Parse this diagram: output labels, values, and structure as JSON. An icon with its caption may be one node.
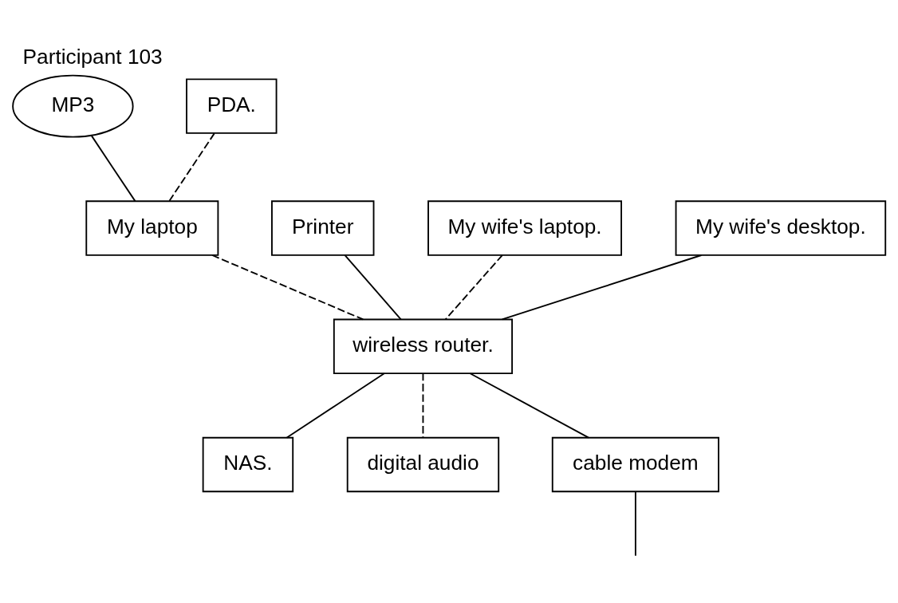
{
  "diagram": {
    "title": "Participant 103",
    "nodes": [
      {
        "text": [
          "MP3"
        ]
      },
      {
        "text": [
          "PDA."
        ]
      },
      {
        "text": [
          "My laptop"
        ]
      },
      {
        "text": [
          "Printer"
        ]
      },
      {
        "text": [
          "My wife's laptop."
        ]
      },
      {
        "text": [
          "My wife's desktop."
        ]
      },
      {
        "text": [
          "wireless router."
        ]
      },
      {
        "text": [
          "NAS."
        ]
      },
      {
        "text": [
          "digital audio"
        ]
      },
      {
        "text": [
          "cable modem"
        ]
      }
    ],
    "edges": [
      {
        "from": 0,
        "to": 2,
        "arrow": "none"
      },
      {
        "from": 1,
        "to": 2,
        "arrow": "none",
        "style": "dashed"
      },
      {
        "from": 2,
        "to": 6,
        "arrow": "none",
        "style": "dashed"
      },
      {
        "from": 3,
        "to": 6,
        "arrow": "none"
      },
      {
        "from": 4,
        "to": 6,
        "arrow": "none",
        "style": "dashed"
      },
      {
        "from": 5,
        "to": 6,
        "arrow": "none"
      },
      {
        "from": 6,
        "to": 7,
        "arrow": "none"
      },
      {
        "from": 6,
        "to": 8,
        "arrow": "none",
        "style": "dashed"
      },
      {
        "from": 6,
        "to": 9,
        "arrow": "none"
      },
      {
        "from": 9,
        "to": null,
        "arrow": "none"
      }
    ]
  }
}
